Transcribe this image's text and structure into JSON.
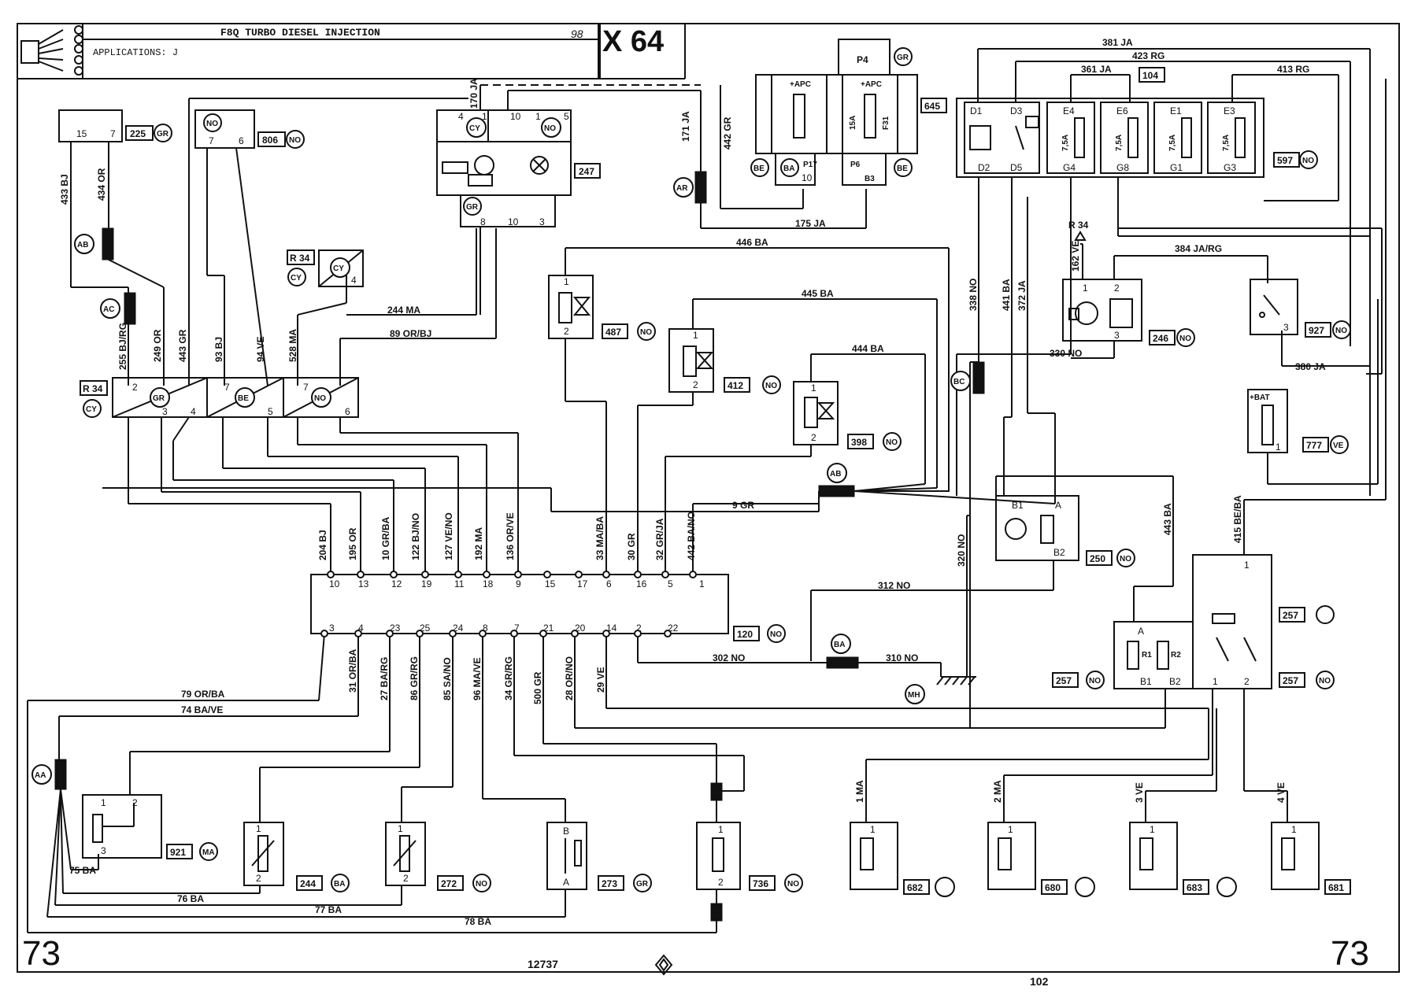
{
  "title_block": {
    "title": "F8Q TURBO DIESEL INJECTION",
    "applications": "APPLICATIONS:  J",
    "year": "98",
    "page_code": "X 64",
    "corner_left": "73",
    "corner_right": "73",
    "drawing_number": "12737",
    "page_number": "102"
  },
  "components": [
    {
      "ref": "225",
      "color": "GR"
    },
    {
      "ref": "806",
      "color": "NO"
    },
    {
      "ref": "247",
      "color": ""
    },
    {
      "ref": "645",
      "color": ""
    },
    {
      "ref": "597",
      "color": "NO"
    },
    {
      "ref": "487",
      "color": "NO"
    },
    {
      "ref": "412",
      "color": "NO"
    },
    {
      "ref": "398",
      "color": "NO"
    },
    {
      "ref": "246",
      "color": "NO"
    },
    {
      "ref": "927",
      "color": "NO"
    },
    {
      "ref": "777",
      "color": "VE"
    },
    {
      "ref": "250",
      "color": "NO"
    },
    {
      "ref": "120",
      "color": "NO"
    },
    {
      "ref": "257",
      "color": "NO"
    },
    {
      "ref": "921",
      "color": "MA"
    },
    {
      "ref": "244",
      "color": "BA"
    },
    {
      "ref": "272",
      "color": "NO"
    },
    {
      "ref": "273",
      "color": "GR"
    },
    {
      "ref": "736",
      "color": "NO"
    },
    {
      "ref": "682",
      "color": ""
    },
    {
      "ref": "680",
      "color": ""
    },
    {
      "ref": "683",
      "color": ""
    },
    {
      "ref": "681",
      "color": ""
    },
    {
      "ref": "104",
      "color": ""
    }
  ],
  "wires": {
    "w433": "433 BJ",
    "w434": "434 OR",
    "w255": "255 BJ/RG",
    "w249": "249 OR",
    "w443gr": "443 GR",
    "w93": "93 BJ",
    "w94": "94 VE",
    "w528": "528 MA",
    "w244": "244 MA",
    "w89": "89 OR/BJ",
    "w170": "170 JA",
    "w171": "171 JA",
    "w442gr": "442 GR",
    "w175": "175 JA",
    "w446": "446 BA",
    "w445": "445 BA",
    "w444": "444 BA",
    "w9": "9 GR",
    "w381": "381 JA",
    "w423": "423 RG",
    "w361": "361 JA",
    "w413": "413 RG",
    "w338": "338 NO",
    "w441": "441 BA",
    "w372": "372 JA",
    "w162": "162 VE",
    "w384": "384 JA/RG",
    "w330": "330 NO",
    "w380": "380 JA",
    "w443ba": "443 BA",
    "w415": "415 BE/BA",
    "w320": "320 NO",
    "w312": "312 NO",
    "w302": "302 NO",
    "w310": "310 NO",
    "w204": "204 BJ",
    "w195": "195 OR",
    "w10": "10 GR/BA",
    "w122": "122 BJ/NO",
    "w127": "127 VE/NO",
    "w192": "192 MA",
    "w136": "136 OR/VE",
    "w33": "33 MA/BA",
    "w30": "30 GR",
    "w32": "32 GR/JA",
    "w442ba": "442 BA/NO",
    "w79": "79 OR/BA",
    "w74": "74 BA/VE",
    "w31": "31 OR/BA",
    "w27": "27 BA/RG",
    "w86": "86 GR/RG",
    "w85": "85 SA/NO",
    "w96": "96 MA/VE",
    "w34": "34 GR/RG",
    "w500": "500 GR",
    "w28": "28 OR/NO",
    "w29": "29 VE",
    "w75": "75 BA",
    "w76": "76 BA",
    "w77": "77 BA",
    "w78": "78 BA",
    "w1ma": "1 MA",
    "w2ma": "2 MA",
    "w3ve": "3 VE",
    "w4ve": "4 VE"
  },
  "connectors": [
    "AB",
    "AC",
    "AR",
    "BC",
    "AB",
    "BA",
    "MH",
    "AA",
    "R 34",
    "CY",
    "P4",
    "P17",
    "P6",
    "B3",
    "BE",
    "BA",
    "GR",
    "CY",
    "NO",
    "BE",
    "GR",
    "NO",
    "CY",
    "GR"
  ],
  "fuses": [
    "+APC",
    "+APC",
    "15A",
    "F31",
    "7,5A",
    "7,5A",
    "7,5A",
    "7,5A",
    "+BAT"
  ],
  "fuse_block_pins": [
    "D1",
    "D3",
    "D2",
    "D5",
    "E4",
    "E6",
    "E1",
    "E3",
    "G4",
    "G8",
    "G1",
    "G3"
  ],
  "ecu_top_pins": [
    "10",
    "13",
    "12",
    "19",
    "11",
    "18",
    "9",
    "15",
    "17",
    "6",
    "16",
    "5",
    "1"
  ],
  "ecu_bottom_pins": [
    "3",
    "4",
    "23",
    "25",
    "24",
    "8",
    "7",
    "21",
    "20",
    "14",
    "2",
    "22"
  ]
}
